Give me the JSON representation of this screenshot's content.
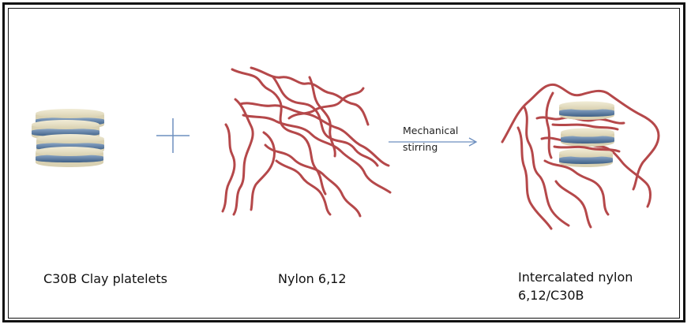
{
  "labels": {
    "clay": "C30B Clay platelets",
    "nylon": "Nylon 6,12",
    "intercalated_line1": "Intercalated nylon",
    "intercalated_line2": "6,12/C30B"
  },
  "arrow": {
    "line1": "Mechanical",
    "line2": "stirring"
  },
  "colors": {
    "chain": "#b5484a",
    "platelet_face": "#e6e0c4",
    "platelet_rim": "#5f7fa3",
    "arrow": "#6d8fbf",
    "plus": "#6d8fbf",
    "frame": "#111111"
  },
  "icons": {
    "plus": "plus-sign",
    "arrow": "right-arrow"
  }
}
